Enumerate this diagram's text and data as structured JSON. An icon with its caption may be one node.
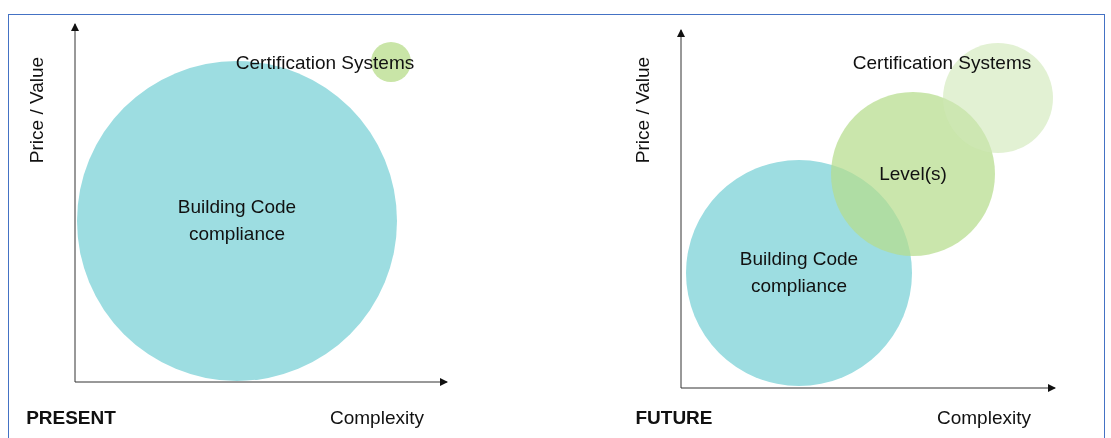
{
  "diagram": {
    "nodes": [
      {
        "text": [
          "Building Code compliance"
        ]
      },
      {
        "text": [],
        "shape": "circle",
        "beside": [
          "Certification Systems"
        ]
      },
      {
        "text": [
          "Building Code compliance"
        ]
      },
      {
        "text": [
          "Level(s)"
        ]
      },
      {
        "text": [],
        "shape": "circle",
        "beside": [
          "Certification Systems"
        ]
      }
    ],
    "edges": [],
    "labels": [
      "Price / Value",
      "PRESENT",
      "Complexity",
      "Price / Value",
      "FUTURE",
      "Complexity"
    ]
  }
}
